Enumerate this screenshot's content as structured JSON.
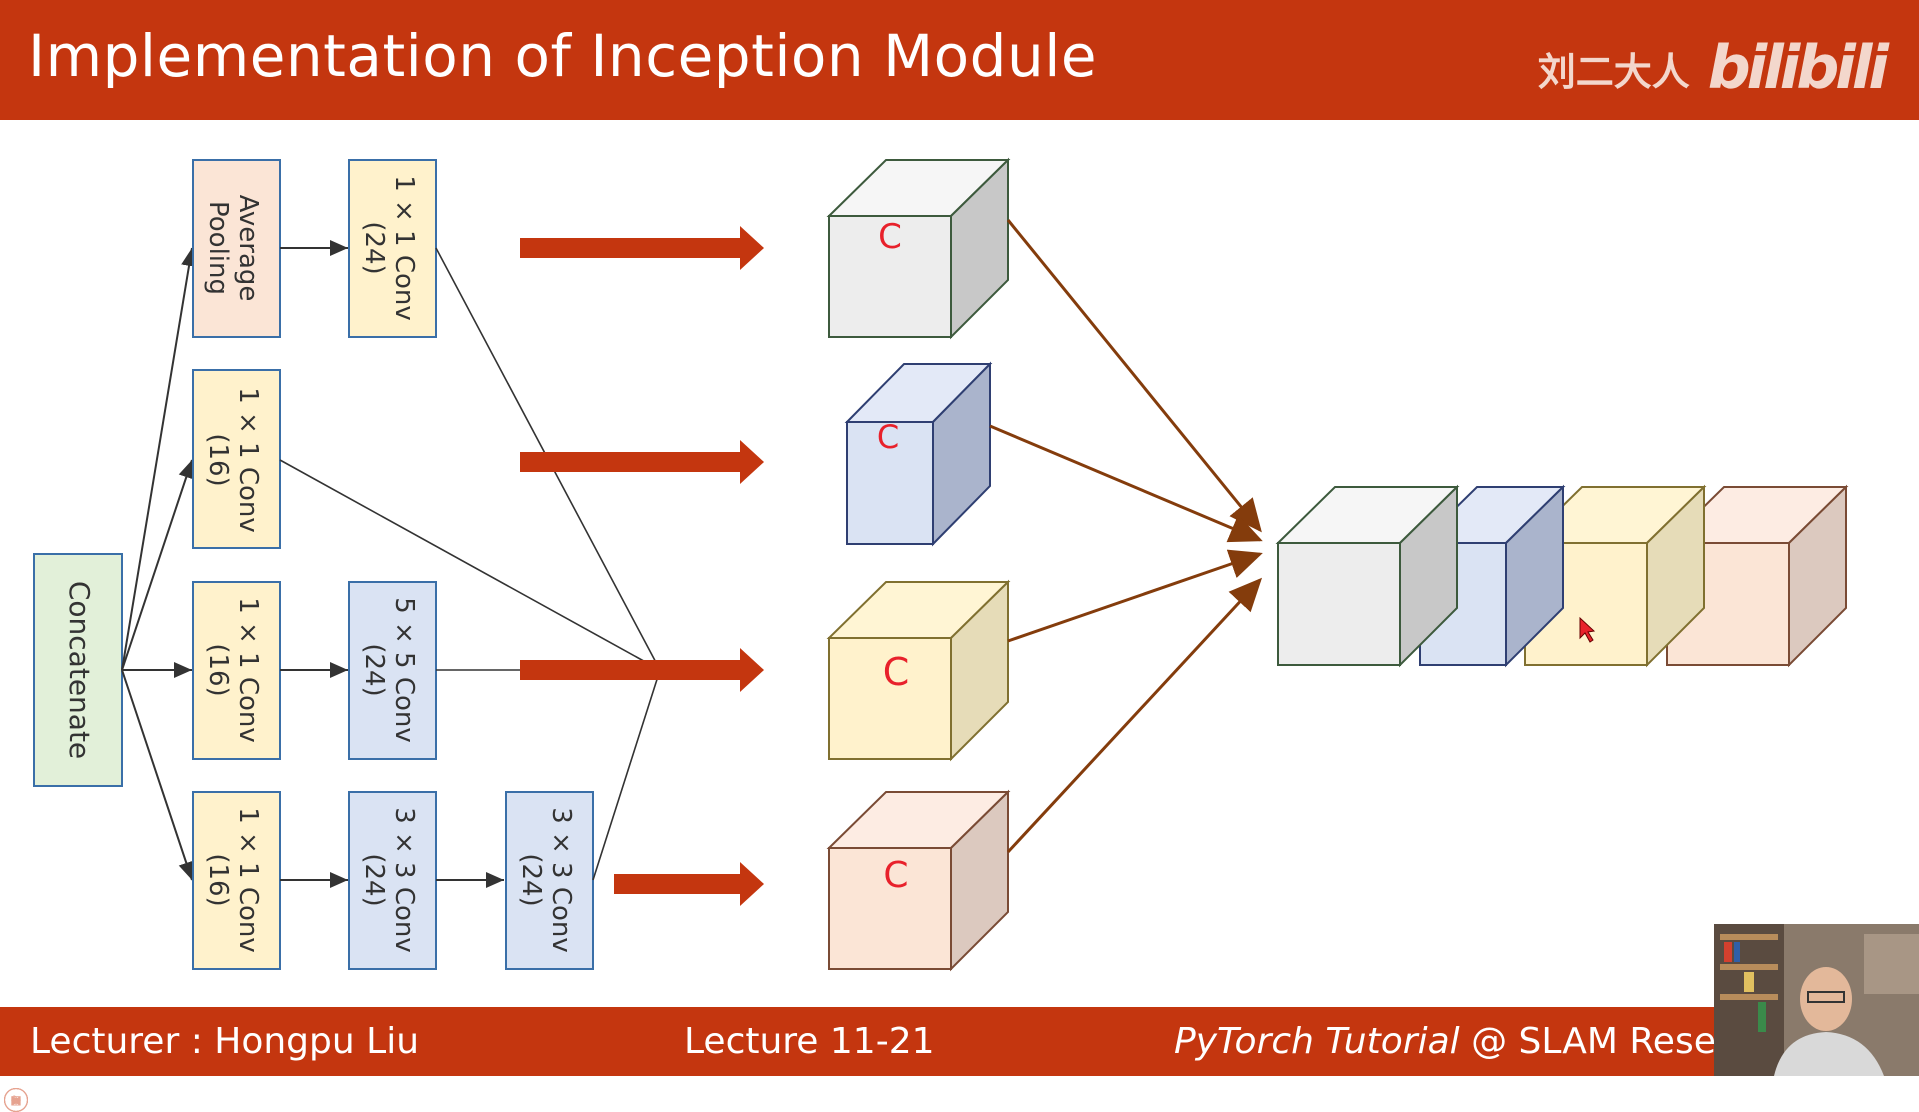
{
  "header": {
    "title": "Implementation of Inception Module",
    "watermark_text": "刘二大人",
    "watermark_logo": "bilibili"
  },
  "diagram": {
    "input_label": "Concatenate",
    "branches": [
      {
        "blocks": [
          "Average\nPooling",
          "1 × 1 Conv\n(24)"
        ],
        "color": "#fde3d8",
        "cube_label": "C"
      },
      {
        "blocks": [
          "1 × 1 Conv\n(16)"
        ],
        "color": "#dae3f3",
        "cube_label": "C"
      },
      {
        "blocks": [
          "1 × 1 Conv\n(16)",
          "5 × 5 Conv\n(24)"
        ],
        "color": "#fff2cc",
        "cube_label": "C"
      },
      {
        "blocks": [
          "1 × 1 Conv\n(16)",
          "3 × 3 Conv\n(24)",
          "3 × 3 Conv\n(24)"
        ],
        "color": "#fbe5d6",
        "cube_label": "C"
      }
    ],
    "colors": {
      "input_box": "#e2f0d9",
      "yellow_box": "#fff2cc",
      "blue_box": "#dae3f3",
      "pink_box": "#fbe5d6",
      "arrow_red": "#c4360f",
      "arrow_brown": "#843c0c",
      "cube_gray": "#ededed",
      "cube_blue": "#dae3f3",
      "cube_yellow": "#fff2cc",
      "cube_pink": "#fbe5d6"
    }
  },
  "footer": {
    "lecturer": "Lecturer : Hongpu Liu",
    "lecture": "Lecture 11-21",
    "course_italic": "PyTorch Tutorial",
    "course_rest": " @ SLAM Resea"
  }
}
